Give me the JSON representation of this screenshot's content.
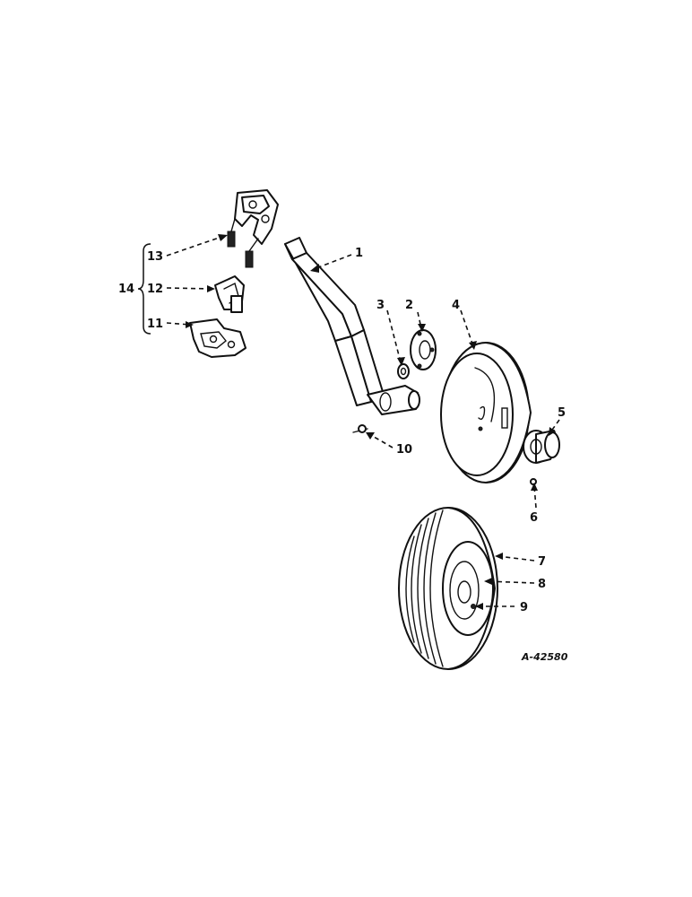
{
  "callouts": {
    "c1": "1",
    "c2": "2",
    "c3": "3",
    "c4": "4",
    "c5": "5",
    "c6": "6",
    "c7": "7",
    "c8": "8",
    "c9": "9",
    "c10": "10",
    "c11": "11",
    "c12": "12",
    "c13": "13",
    "c14": "14"
  },
  "drawing_number": "A-42580",
  "colors": {
    "line": "#111111",
    "background": "#ffffff"
  }
}
